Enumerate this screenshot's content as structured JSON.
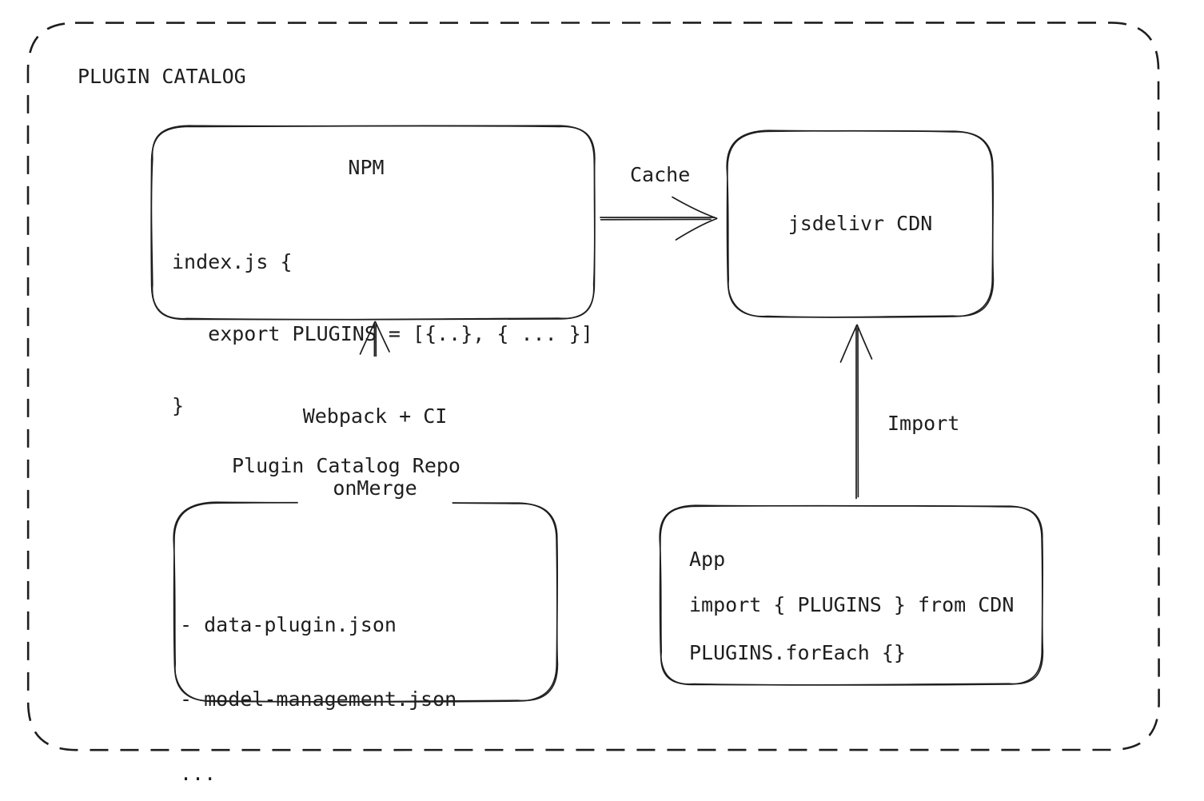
{
  "diagram": {
    "title": "PLUGIN CATALOG",
    "colors": {
      "stroke": "#1e1e1e",
      "background": "#ffffff"
    },
    "npm": {
      "title": "NPM",
      "code": [
        "index.js {",
        "   export PLUGINS = [{..}, { ... }]",
        "}"
      ]
    },
    "cdn": {
      "label": "jsdelivr CDN"
    },
    "repo": {
      "label": "Plugin Catalog Repo",
      "files": [
        "- data-plugin.json",
        "- model-management.json",
        "..."
      ]
    },
    "app": {
      "title": "App",
      "code": [
        "import { PLUGINS } from CDN",
        "PLUGINS.forEach {}"
      ]
    },
    "edges": {
      "cache": {
        "label": "Cache"
      },
      "build": {
        "label": [
          "Webpack + CI",
          "onMerge"
        ]
      },
      "import": {
        "label": "Import"
      }
    }
  }
}
